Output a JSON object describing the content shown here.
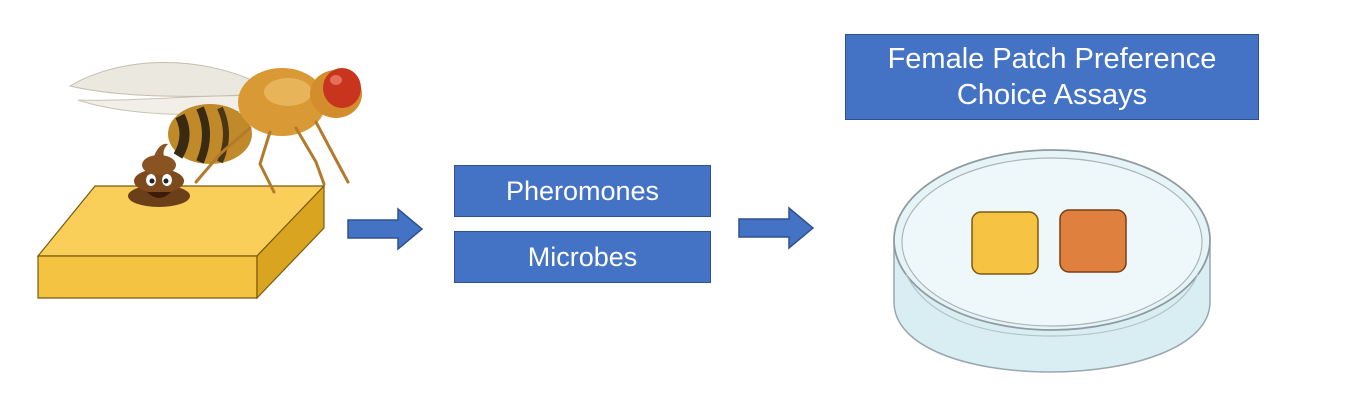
{
  "labels": {
    "pheromones": "Pheromones",
    "microbes": "Microbes",
    "assays_line1": "Female Patch Preference",
    "assays_line2": "Choice Assays"
  },
  "colors": {
    "box_fill": "#4472c4",
    "box_border": "#2f528f",
    "food_top": "#f9cf5a",
    "food_front": "#f5c342",
    "food_side": "#d9a520",
    "patch_yellow": "#f6c343",
    "patch_orange": "#e0803f",
    "dish": "#d8eef3"
  },
  "icons": [
    "fly-illustration",
    "poop-emoji-icon",
    "right-arrow-icon",
    "petri-dish-illustration"
  ]
}
